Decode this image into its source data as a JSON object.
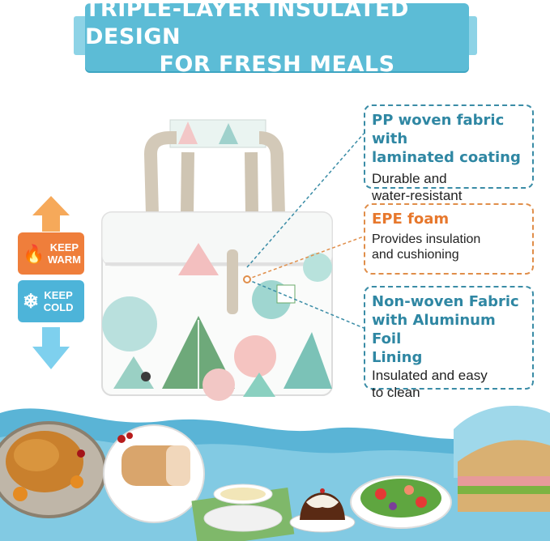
{
  "banner": {
    "line1": "TRIPLE-LAYER INSULATED DESIGN",
    "line2": "FOR FRESH MEALS"
  },
  "badges": {
    "warm_line1": "KEEP",
    "warm_line2": "WARM",
    "cold_line1": "KEEP",
    "cold_line2": "COLD"
  },
  "callouts": [
    {
      "title_line1": "PP woven fabric with",
      "title_line2": "laminated coating",
      "body_line1": "Durable and",
      "body_line2": "water-resistant"
    },
    {
      "title_line1": "EPE foam",
      "body_line1": "Provides insulation",
      "body_line2": "and cushioning"
    },
    {
      "title_line1": "Non-woven Fabric",
      "title_line2": "with Aluminum Foil",
      "title_line3": "Lining",
      "body_line1": "Insulated and easy",
      "body_line2": "to clean"
    }
  ],
  "colors": {
    "banner": "#5cbcd6",
    "warm": "#ef7e3b",
    "cold": "#4db4d9",
    "accent_blue": "#2f87a3",
    "accent_orange": "#e7782d"
  }
}
